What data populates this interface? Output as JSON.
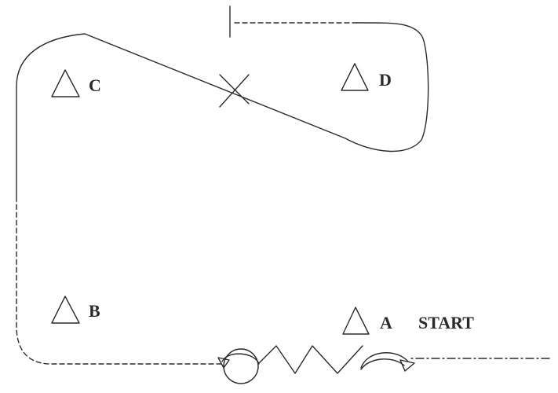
{
  "markers": [
    {
      "label": "A"
    },
    {
      "label": "B"
    },
    {
      "label": "C"
    },
    {
      "label": "D"
    }
  ],
  "start_label": "START",
  "icons": {
    "cone": "triangle-cone-icon",
    "crossing": "x-cross-icon",
    "finish": "finish-line-icon",
    "loop": "loop-maneuver-icon",
    "slalom": "zigzag-slalom-icon",
    "turn": "curved-arrow-icon"
  }
}
